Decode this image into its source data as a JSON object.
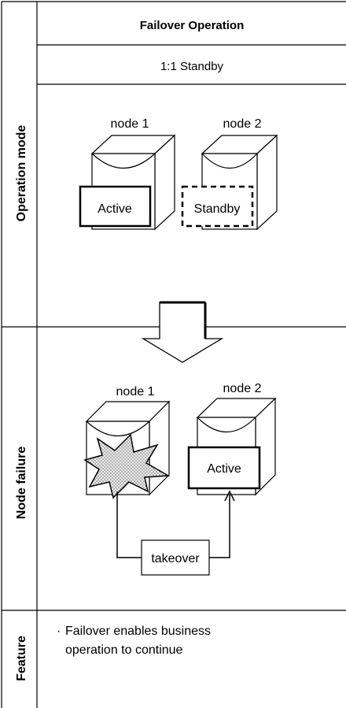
{
  "header": {
    "title": "Failover Operation",
    "subtitle": "1:1 Standby"
  },
  "sections": {
    "operation_mode": {
      "label": "Operation mode",
      "node1_label": "node 1",
      "node2_label": "node 2",
      "node1_state": "Active",
      "node2_state": "Standby"
    },
    "node_failure": {
      "label": "Node failure",
      "node1_label": "node 1",
      "node2_label": "node 2",
      "node2_state": "Active",
      "takeover_label": "takeover"
    },
    "feature": {
      "label": "Feature",
      "bullet": "·",
      "line1": "Failover enables business",
      "line2": "operation to continue"
    }
  },
  "icons": {
    "server": "server-cylinder-icon",
    "failure": "explosion-burst-icon",
    "transition": "down-arrow-icon"
  }
}
